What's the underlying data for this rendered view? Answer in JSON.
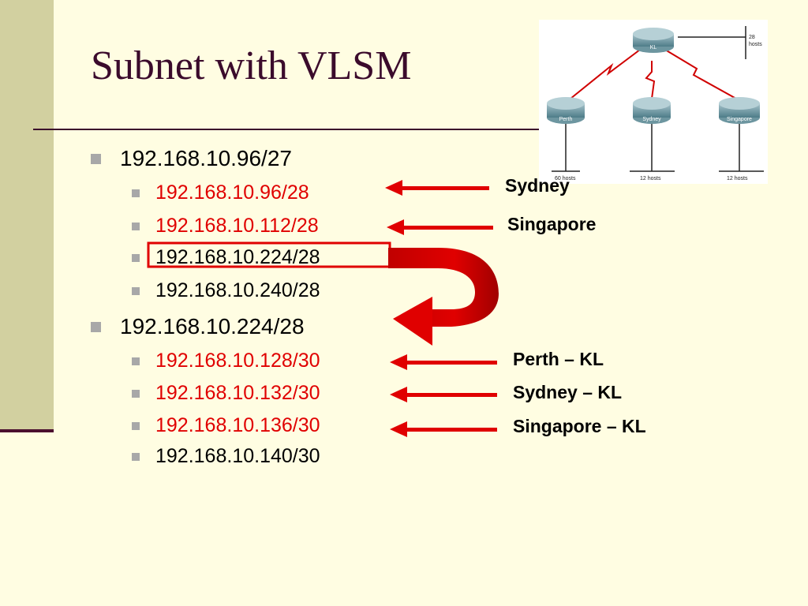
{
  "slide": {
    "title": "Subnet with VLSM"
  },
  "bullets": [
    {
      "level": 1,
      "text": "192.168.10.96/27",
      "color": "#000000"
    },
    {
      "level": 2,
      "text": "192.168.10.96/28",
      "color": "#e00000"
    },
    {
      "level": 2,
      "text": "192.168.10.112/28",
      "color": "#e00000"
    },
    {
      "level": 2,
      "text": "192.168.10.224/28",
      "color": "#000000"
    },
    {
      "level": 2,
      "text": "192.168.10.240/28",
      "color": "#000000"
    },
    {
      "level": 1,
      "text": "192.168.10.224/28",
      "color": "#000000"
    },
    {
      "level": 2,
      "text": "192.168.10.128/30",
      "color": "#e00000"
    },
    {
      "level": 2,
      "text": "192.168.10.132/30",
      "color": "#e00000"
    },
    {
      "level": 2,
      "text": "192.168.10.136/30",
      "color": "#e00000"
    },
    {
      "level": 2,
      "text": "192.168.10.140/30",
      "color": "#000000"
    }
  ],
  "labels": {
    "sydney": "Sydney",
    "singapore": "Singapore",
    "perth_kl": "Perth – KL",
    "sydney_kl": "Sydney – KL",
    "singapore_kl": "Singapore – KL"
  },
  "diagram": {
    "routers": {
      "kl": "KL",
      "perth": "Perth",
      "sydney": "Sydney",
      "singapore": "Singapore"
    },
    "hosts": {
      "kl": "28\nhosts",
      "kl_line1": "28",
      "kl_line2": "hosts",
      "perth": "60 hosts",
      "sydney": "12 hosts",
      "singapore": "12 hosts"
    }
  },
  "colors": {
    "accent_red": "#e00000",
    "title": "#3b0b2c",
    "background": "#fffde2",
    "band": "#d2d0a0"
  }
}
